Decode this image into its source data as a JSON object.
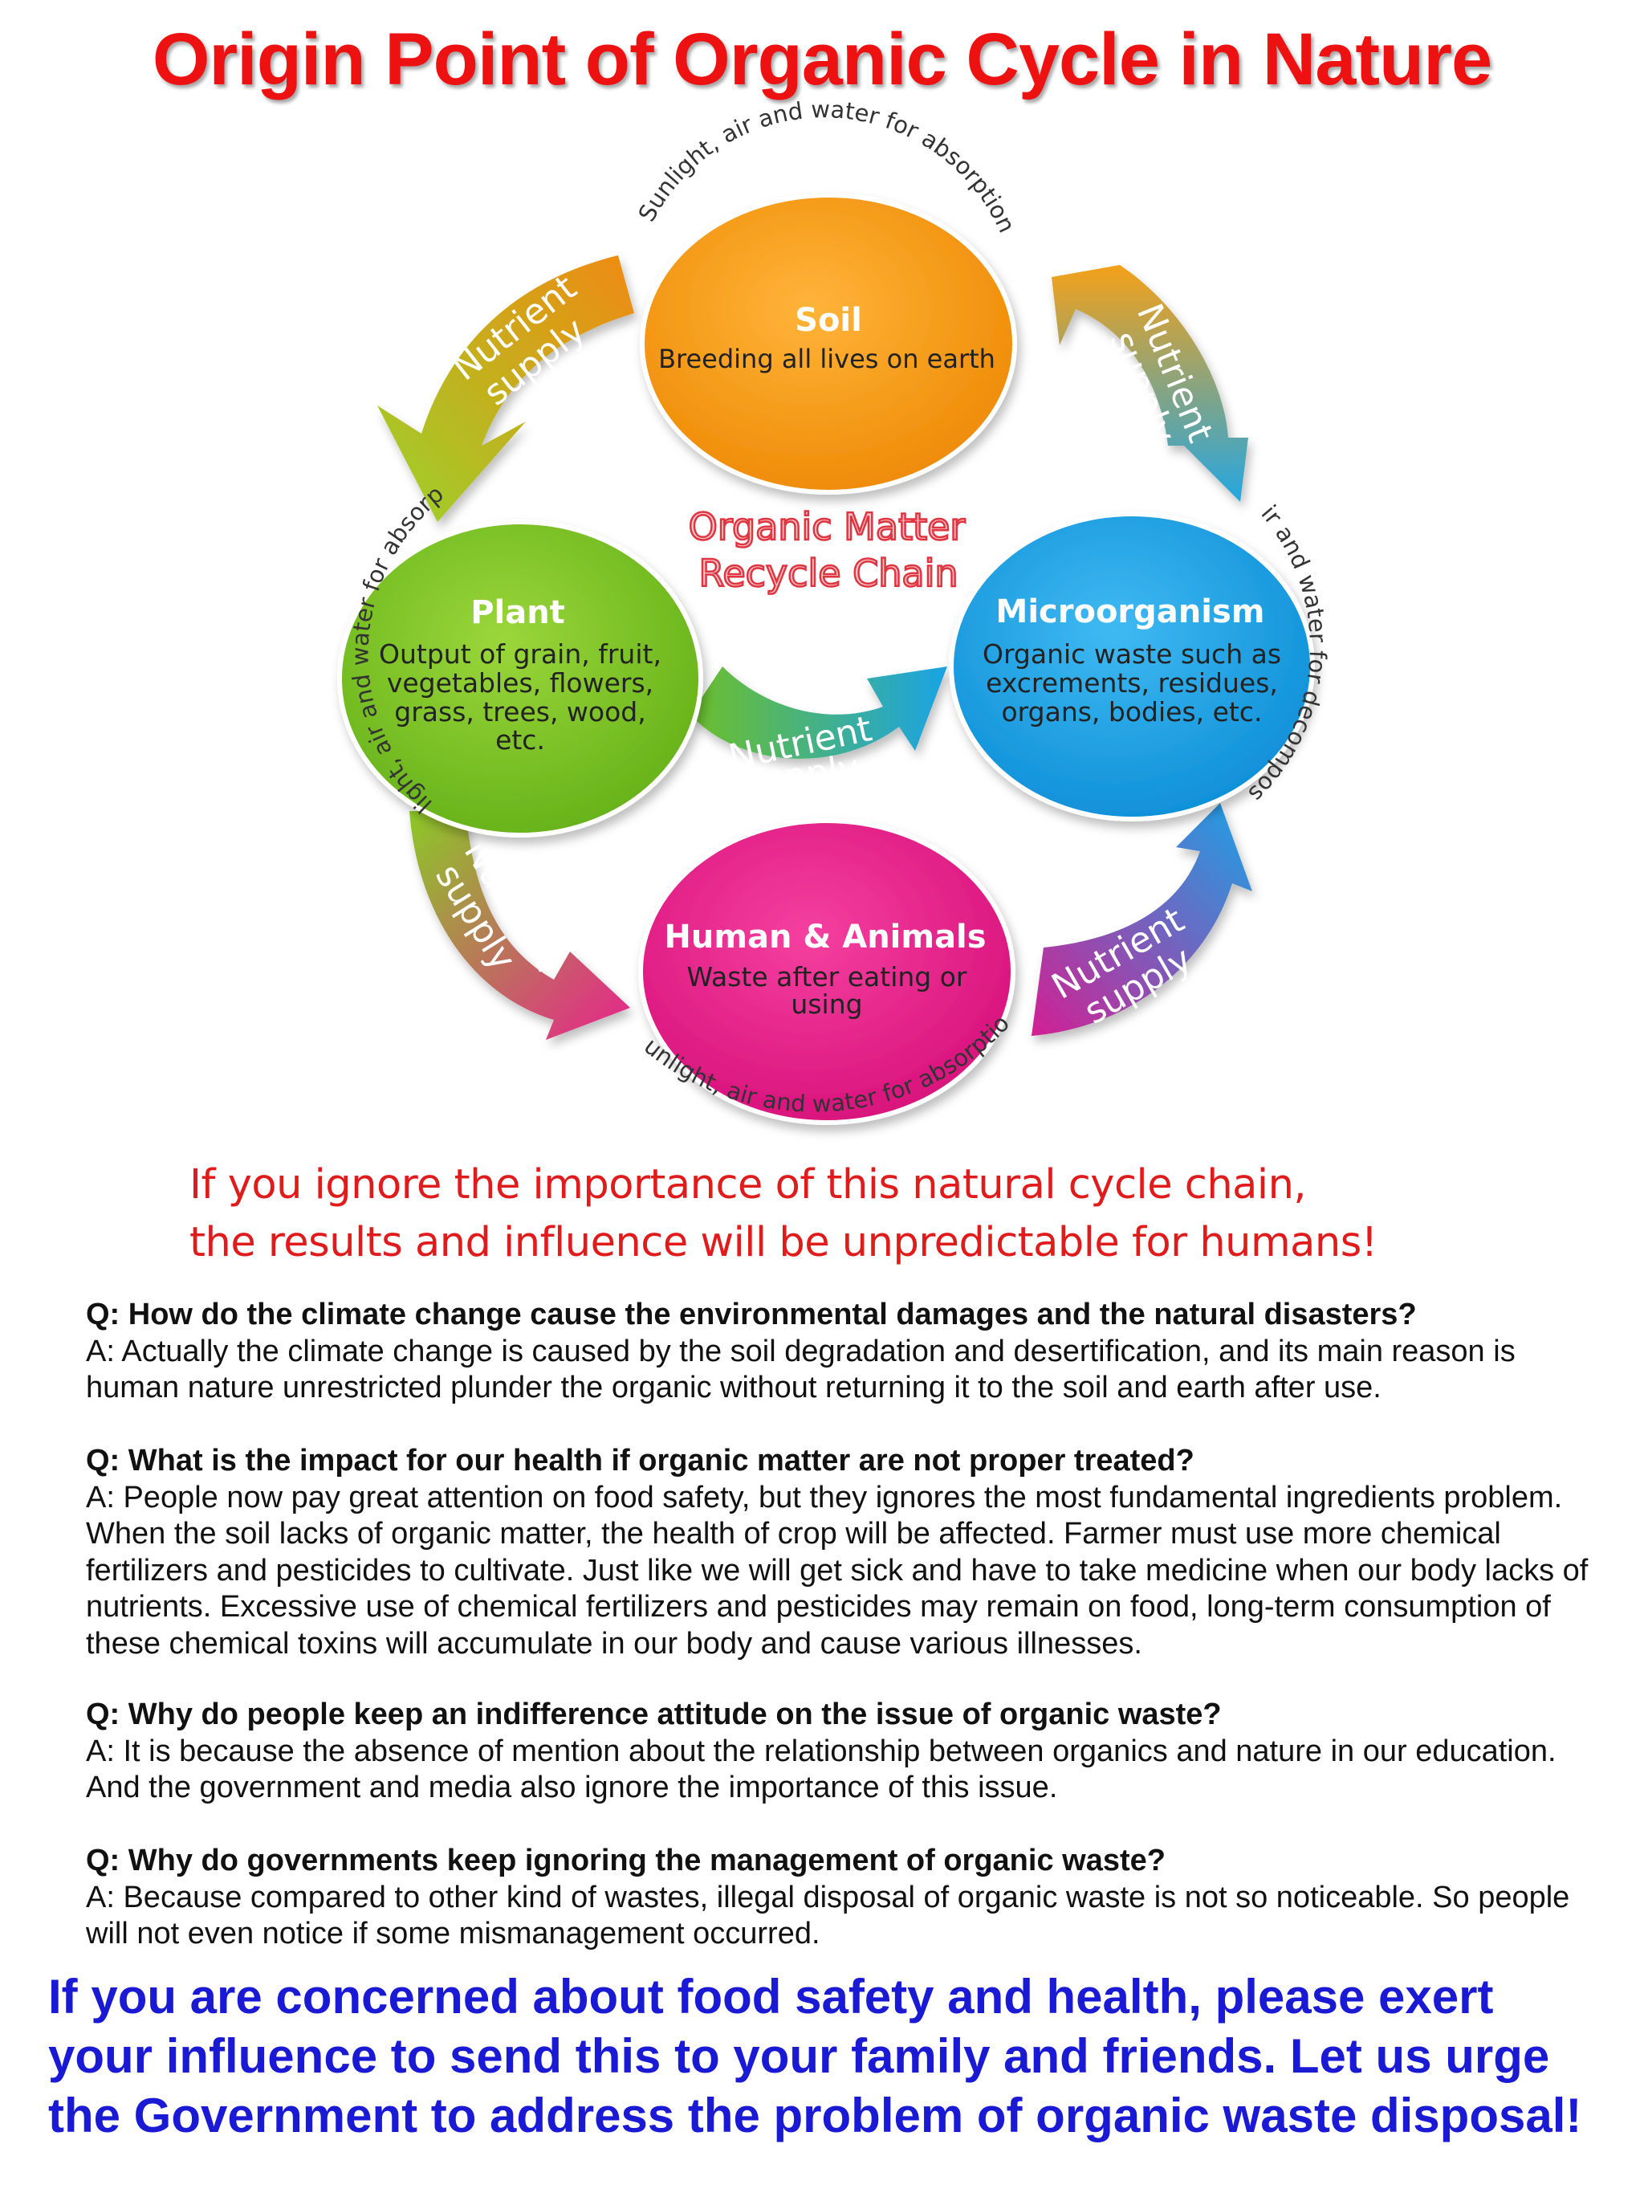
{
  "title": "Origin Point of Organic Cycle in Nature",
  "diagram": {
    "center_title": {
      "line1": "Organic Matter",
      "line2": "Recycle Chain"
    },
    "nodes": {
      "soil": {
        "name": "Soil",
        "desc": [
          "Breeding all lives on earth"
        ],
        "color": "#f39a12"
      },
      "plant": {
        "name": "Plant",
        "desc": [
          "Output of grain, fruit,",
          "vegetables, flowers,",
          "grass, trees, wood,",
          "etc."
        ],
        "color": "#7cc424"
      },
      "microorganism": {
        "name": "Microorganism",
        "desc": [
          "Organic waste such as",
          "excrements, residues,",
          "organs, bodies, etc."
        ],
        "color": "#1aa3e6"
      },
      "human_animals": {
        "name": "Human & Animals",
        "desc": [
          "Waste after eating or",
          "using"
        ],
        "color": "#e8228e"
      }
    },
    "arrow_labels": {
      "top_left": [
        "Nutrient",
        "supply"
      ],
      "top_right": [
        "Nutrient",
        "supply"
      ],
      "center": [
        "Nutrient",
        "supply"
      ],
      "bottom_left": [
        "Nutrient",
        "supply"
      ],
      "bottom_right": [
        "Nutrient",
        "supply"
      ]
    },
    "arc_labels": {
      "soil_top": "Sunlight, air and water for absorption",
      "plant_left": "Sunlight, air and water for absorption",
      "micro_right": "Air and water for decompose",
      "human_bottom": "Sunlight, air and water for absorption"
    }
  },
  "warning": {
    "line1": "If you ignore the importance of this natural cycle chain,",
    "line2": "the results and influence will be unpredictable for humans!"
  },
  "qa": [
    {
      "q": "Q: How do the climate change cause the environmental damages and the natural disasters?",
      "a": "A: Actually the climate change is caused by the soil degradation and desertification, and its main reason is human nature unrestricted plunder the organic without returning it to the soil and earth after use."
    },
    {
      "q": "Q: What is the impact for our health if organic matter are not proper treated?",
      "a": "A: People now pay great attention on food safety, but they ignores the most fundamental ingredients problem. When the soil lacks of organic matter, the health of crop will be affected. Farmer must use more chemical fertilizers and pesticides to cultivate. Just like we will get sick and have to take medicine when our body lacks of nutrients. Excessive use of chemical fertilizers and pesticides may remain on food, long-term consumption of these chemical toxins will accumulate in our body and cause various illnesses."
    },
    {
      "q": "Q: Why do people keep an indifference attitude on the issue of  organic waste?",
      "a": "A: It is because the absence of mention about the relationship between organics and nature in our education. And the government and media also ignore the importance of this issue."
    },
    {
      "q": "Q: Why do governments keep ignoring the management of organic waste?",
      "a": "A: Because compared to other kind of wastes, illegal disposal of organic waste is not so noticeable.  So people will not even notice if some mismanagement occurred."
    }
  ],
  "call_to_action": [
    "If you are concerned about food safety and health, please exert",
    "your influence to send this to your family and friends. Let us urge",
    "the Government to address the problem of organic waste disposal!"
  ]
}
